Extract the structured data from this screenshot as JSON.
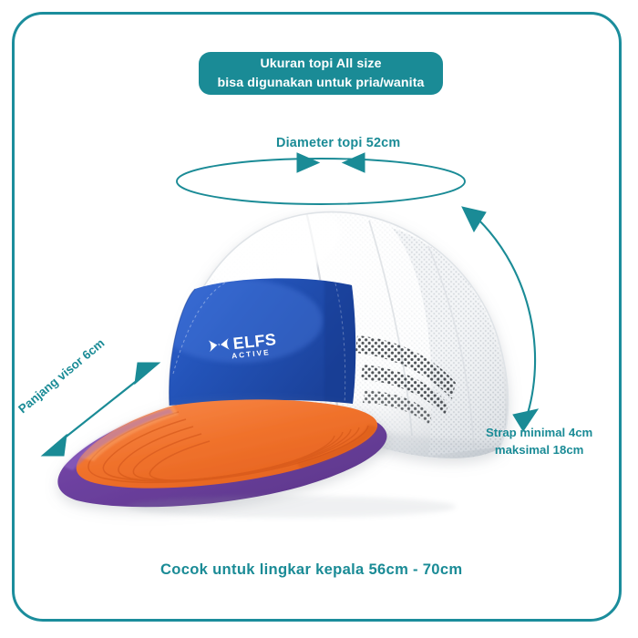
{
  "frame": {
    "border_color": "#1b8d9c",
    "background": "#ffffff"
  },
  "banner": {
    "line1": "Ukuran topi All size",
    "line2": "bisa digunakan untuk pria/wanita",
    "background": "#1a8b96",
    "text_color": "#ffffff"
  },
  "annotations": {
    "diameter_label": "Diameter topi 52cm",
    "strap_label_line1": "Strap minimal 4cm",
    "strap_label_line2": "maksimal 18cm",
    "visor_label": "Panjang visor 6cm",
    "footer_label": "Cocok untuk lingkar kepala 56cm - 70cm",
    "accent_color": "#1a8b96"
  },
  "product": {
    "brand": "ELFS",
    "brand_sub": "ACTIVE",
    "colors": {
      "crown_mesh": "#f4f5f6",
      "panel_blue": "#2353b8",
      "visor_orange": "#f0722c",
      "visor_trim_purple": "#6a3f9c"
    }
  },
  "icons": {
    "arrow_left": "arrow-left-icon",
    "arrow_right": "arrow-right-icon",
    "arrow_curved_up": "arrow-curved-up-icon",
    "arrow_curved_down": "arrow-curved-down-icon",
    "arrow_diagonal_up": "arrow-diagonal-up-icon",
    "arrow_diagonal_down": "arrow-diagonal-down-icon",
    "ellipse_guide": "ellipse-guide-icon",
    "brand_wing": "brand-wing-icon"
  }
}
